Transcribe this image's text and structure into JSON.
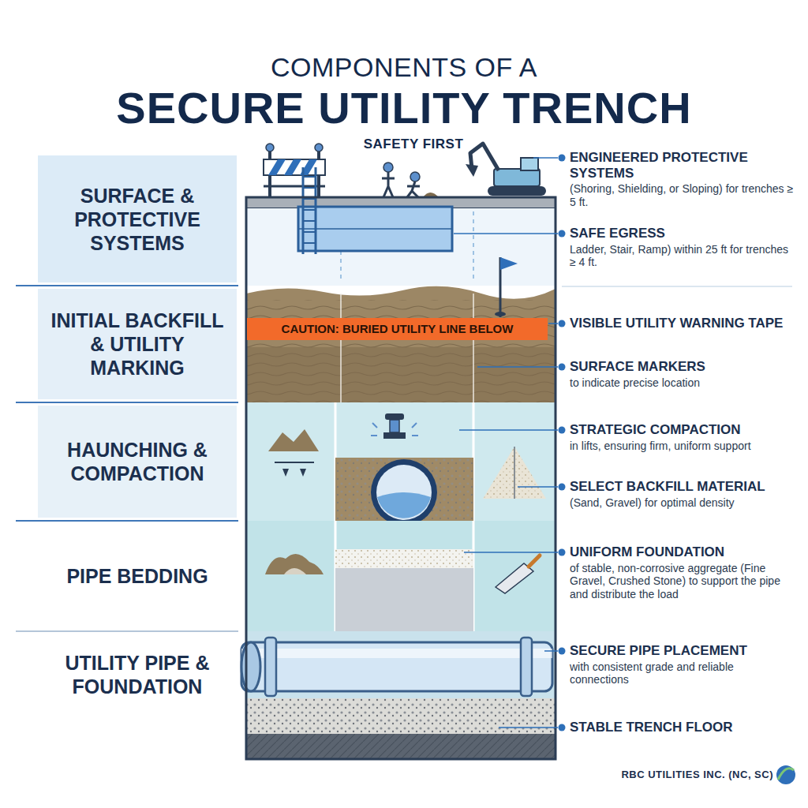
{
  "diagram": {
    "title": "SECURE UTILITY TRENCH",
    "nodes": [
      {
        "text": [
          "SURFACE & PROTECTIVE SYSTEMS"
        ]
      },
      {
        "text": [
          "INITIAL BACKFILL & UTILITY MARKING"
        ]
      },
      {
        "text": [
          "HAUNCHING & COMPACTION"
        ]
      },
      {
        "text": [
          "PIPE BEDDING"
        ]
      },
      {
        "text": [
          "UTILITY PIPE & FOUNDATION"
        ]
      },
      {
        "text": [
          "CAUTION: BURIED UTILITY LINE BELOW"
        ]
      }
    ],
    "edges": [],
    "labels": [
      "COMPONENTS OF A",
      "SAFETY FIRST",
      "ENGINEERED PROTECTIVE SYSTEMS",
      "(Shoring, Shielding, or Sloping) for trenches ≥ 5 ft.",
      "SAFE EGRESS",
      "Ladder, Stair, Ramp) within 25 ft for trenches ≥ 4 ft.",
      "VISIBLE UTILITY WARNING TAPE",
      "SURFACE MARKERS",
      "to indicate precise location",
      "STRATEGIC COMPACTION",
      "in lifts, ensuring firm, uniform support",
      "SELECT BACKFILL MATERIAL",
      "(Sand, Gravel) for optimal density",
      "UNIFORM FOUNDATION",
      "of stable, non-corrosive aggregate (Fine Gravel, Crushed Stone) to support the pipe and distribute the load",
      "SECURE PIPE PLACEMENT",
      "with consistent grade and reliable connections",
      "STABLE TRENCH FLOOR",
      "RBC UTILITIES INC. (NC, SC)"
    ]
  }
}
